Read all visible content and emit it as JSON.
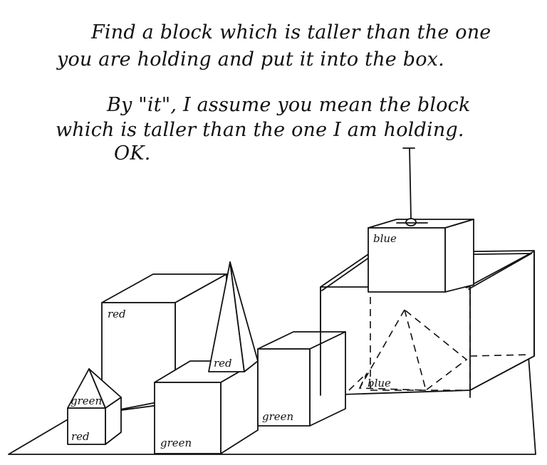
{
  "dialogue": {
    "command_line1": "Find a block which is taller than the one",
    "command_line2": "you are holding and put it into the box.",
    "reply_line1": "By \"it\", I assume you mean the block",
    "reply_line2": "which is taller than the one I am holding.",
    "reply_line3": "OK."
  },
  "labels": {
    "small_cube": "red",
    "small_pyramid": "green",
    "tall_block": "red",
    "tall_pyramid": "red",
    "front_cube": "green",
    "mid_block": "green",
    "held_block": "blue",
    "box_pyramid": "blue"
  }
}
